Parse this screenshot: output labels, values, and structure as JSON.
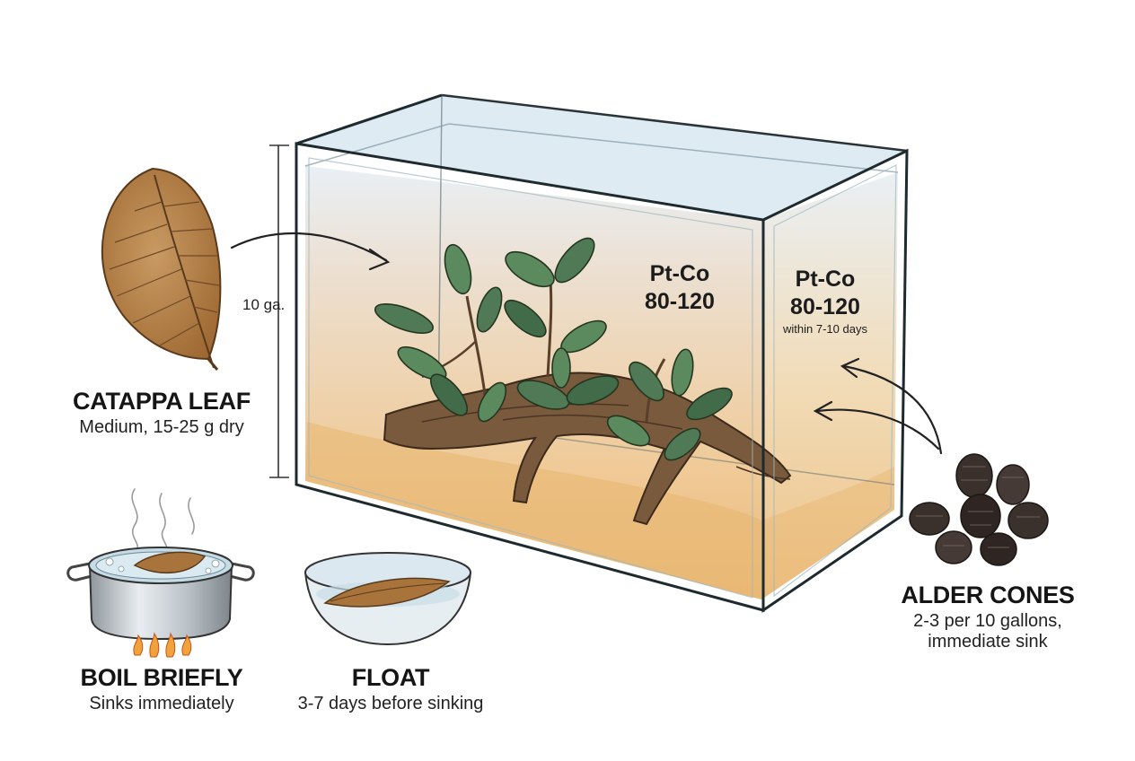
{
  "tank": {
    "volume_label": "10 ga.",
    "color_front_line1": "Pt-Co",
    "color_front_line2": "80-120",
    "color_side_line1": "Pt-Co",
    "color_side_line2": "80-120",
    "color_side_note": "within 7-10 days"
  },
  "catappa": {
    "title": "CATAPPA LEAF",
    "subtitle": "Medium, 15-25 g dry"
  },
  "boil": {
    "title": "BOIL BRIEFLY",
    "subtitle": "Sinks immediately"
  },
  "float": {
    "title": "FLOAT",
    "subtitle": "3-7 days before sinking"
  },
  "alder": {
    "title": "ALDER CONES",
    "subtitle_line1": "2-3 per 10 gallons,",
    "subtitle_line2": "immediate sink"
  },
  "colors": {
    "tannin_water": "#e9b670",
    "glass_edge": "#1e2a2e",
    "leaf_brown": "#a9743c",
    "plant_green": "#4f7a55",
    "driftwood": "#7a5a3d",
    "cone_dark": "#3a302c"
  }
}
